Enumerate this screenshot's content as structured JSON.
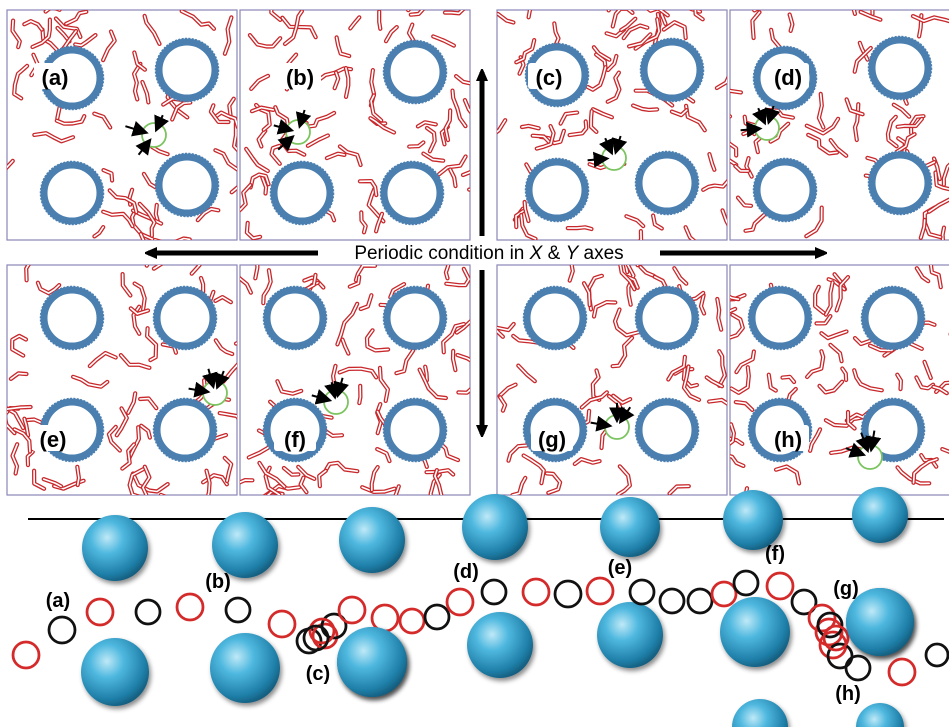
{
  "caption": {
    "text_before": "Periodic  condition in ",
    "x_axis": "X",
    "amp": " & ",
    "y_axis": "Y",
    "text_after": " axes"
  },
  "colors": {
    "chain": "#c8282b",
    "particle": "#4a7fb0",
    "hole": "#7cc460",
    "frame": "#8a86b8",
    "sphere": "#2f9cc6",
    "ring_red": "#d42a2a",
    "ring_black": "#111111"
  },
  "panels": [
    {
      "id": "a",
      "label": "(a)"
    },
    {
      "id": "b",
      "label": "(b)"
    },
    {
      "id": "c",
      "label": "(c)"
    },
    {
      "id": "d",
      "label": "(d)"
    },
    {
      "id": "e",
      "label": "(e)"
    },
    {
      "id": "f",
      "label": "(f)"
    },
    {
      "id": "g",
      "label": "(g)"
    },
    {
      "id": "h",
      "label": "(h)"
    }
  ],
  "trajectory_labels": [
    "(a)",
    "(b)",
    "(c)",
    "(d)",
    "(e)",
    "(f)",
    "(g)",
    "(h)"
  ]
}
